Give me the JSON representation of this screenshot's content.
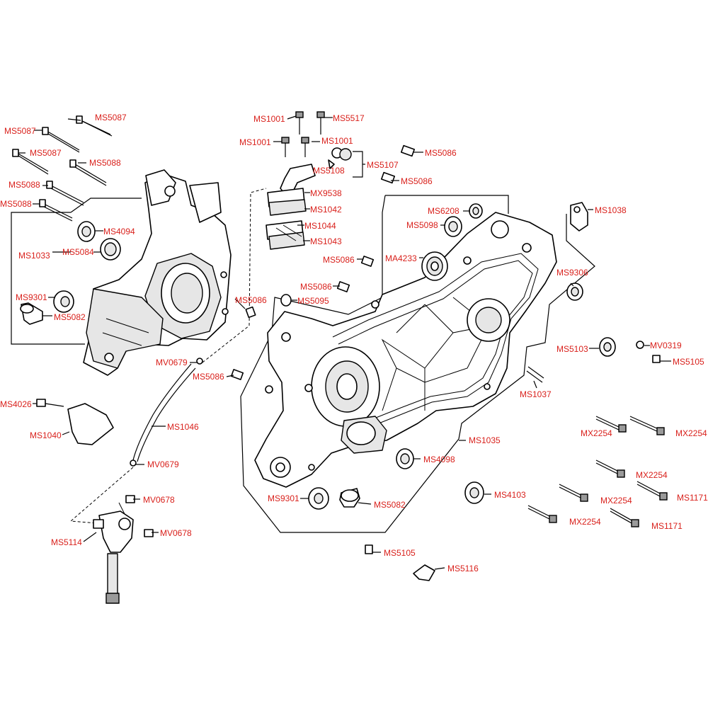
{
  "diagram": {
    "labels": {
      "ms5087_a": "MS5087",
      "ms5087_b": "MS5087",
      "ms5087_c": "MS5087",
      "ms5088_a": "MS5088",
      "ms5088_b": "MS5088",
      "ms5088_c": "MS5088",
      "ms4094": "MS4094",
      "ms5084": "MS5084",
      "ms1033": "MS1033",
      "ms9301_a": "MS9301",
      "ms5082_a": "MS5082",
      "ms1001_a": "MS1001",
      "ms5517": "MS5517",
      "ms1001_b": "MS1001",
      "ms1001_c": "MS1001",
      "ms5108": "MS5108",
      "ms5107": "MS5107",
      "ms5086_a": "MS5086",
      "ms5086_b": "MS5086",
      "mx9538": "MX9538",
      "ms1042": "MS1042",
      "ms1044": "MS1044",
      "ms1043": "MS1043",
      "ms5086_c": "MS5086",
      "ms5086_d": "MS5086",
      "ms5095": "MS5095",
      "ms5086_e": "MS5086",
      "ms6208": "MS6208",
      "ms5098": "MS5098",
      "ma4233": "MA4233",
      "ms1038": "MS1038",
      "ms9306": "MS9306",
      "ms5103": "MS5103",
      "mv0319": "MV0319",
      "ms5105_a": "MS5105",
      "ms1037": "MS1037",
      "mv0679_a": "MV0679",
      "ms5086_f": "MS5086",
      "ms4026": "MS4026",
      "ms1040": "MS1040",
      "ms1046": "MS1046",
      "mv0679_b": "MV0679",
      "mv0678_a": "MV0678",
      "mv0678_b": "MV0678",
      "ms5114": "MS5114",
      "ms1035": "MS1035",
      "ms4098": "MS4098",
      "ms9301_b": "MS9301",
      "ms5082_b": "MS5082",
      "ms4103": "MS4103",
      "mx2254_a": "MX2254",
      "mx2254_b": "MX2254",
      "mx2254_c": "MX2254",
      "mx2254_d": "MX2254",
      "mx2254_e": "MX2254",
      "ms1171_a": "MS1171",
      "ms1171_b": "MS1171",
      "ms5105_b": "MS5105",
      "ms5116": "MS5116"
    },
    "colors": {
      "label": "#d9211c",
      "line": "#000000",
      "background": "#ffffff"
    }
  }
}
